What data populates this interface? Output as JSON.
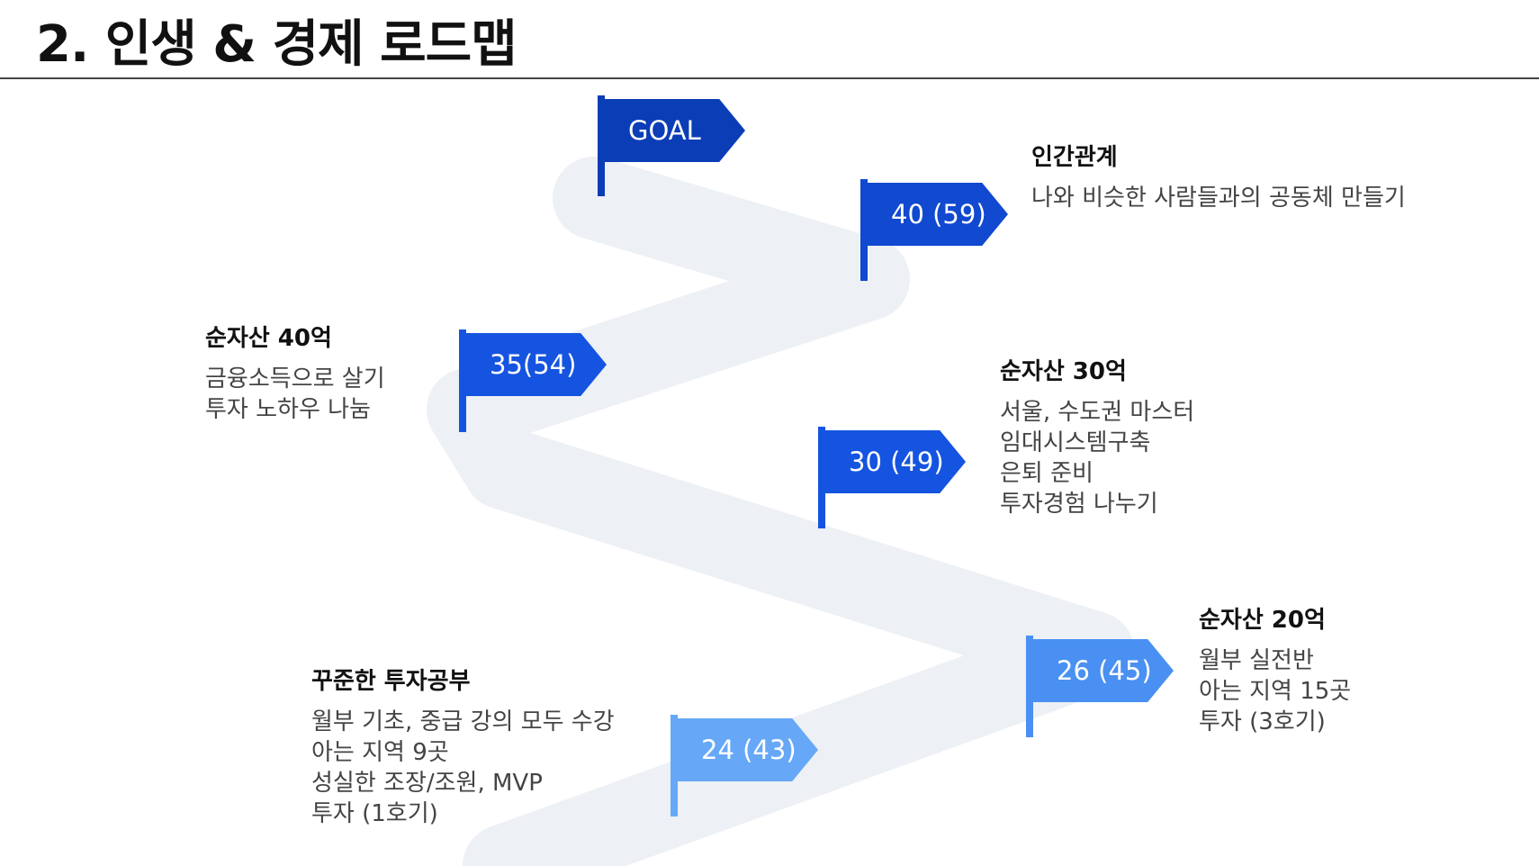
{
  "title": "2. 인생 & 경제 로드맵",
  "colors": {
    "road": "#edf0f4",
    "dark_blue": "#0b3db7",
    "mid_blue": "#1554e0",
    "light_blue": "#4a90f2",
    "lightest_blue": "#66a8f7"
  },
  "flags": {
    "goal": "GOAL",
    "f40": "40 (59)",
    "f35": "35(54)",
    "f30": "30 (49)",
    "f26": "26 (45)",
    "f24": "24 (43)"
  },
  "blocks": {
    "relations": {
      "head": "인간관계",
      "lines": [
        "나와 비슷한 사람들과의 공동체 만들기"
      ]
    },
    "asset40": {
      "head": "순자산 40억",
      "lines": [
        "금융소득으로 살기",
        "투자 노하우 나눔"
      ]
    },
    "asset30": {
      "head": "순자산 30억",
      "lines": [
        "서울, 수도권 마스터",
        "임대시스템구축",
        "은퇴 준비",
        "투자경험 나누기"
      ]
    },
    "asset20": {
      "head": "순자산 20억",
      "lines": [
        "월부 실전반",
        "아는 지역 15곳",
        "투자 (3호기)"
      ]
    },
    "study": {
      "head": "꾸준한 투자공부",
      "lines": [
        "월부 기초, 중급 강의 모두 수강",
        "아는 지역 9곳",
        "성실한 조장/조원, MVP",
        "투자 (1호기)"
      ]
    }
  }
}
